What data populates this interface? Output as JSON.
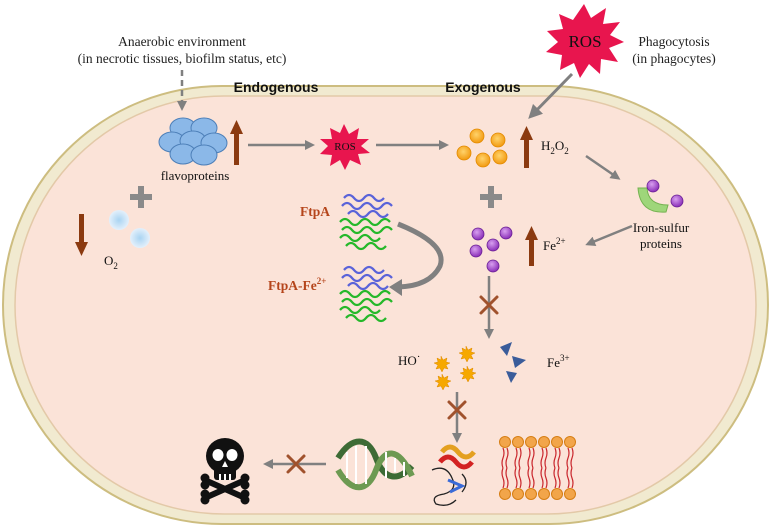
{
  "top": {
    "anaerobic_line1": "Anaerobic environment",
    "anaerobic_line2": "(in necrotic tissues, biofilm status, etc)",
    "ros_star": "ROS",
    "phagocytosis_line1": "Phagocytosis",
    "phagocytosis_line2": "(in phagocytes)"
  },
  "headings": {
    "endogenous": "Endogenous",
    "exogenous": "Exogenous"
  },
  "labels": {
    "flavoproteins": "flavoproteins",
    "ros_small": "ROS",
    "h2o2_main": "H",
    "h2o2_sub1": "2",
    "h2o2_o": "O",
    "h2o2_sub2": "2",
    "o2_main": "O",
    "o2_sub": "2",
    "ftpa": "FtpA",
    "ftpa_fe_main": "FtpA-Fe",
    "ftpa_fe_sup": "2+",
    "fe2_main": "Fe",
    "fe2_sup": "2+",
    "iron_sulfur_line1": "Iron-sulfur",
    "iron_sulfur_line2": "proteins",
    "ho_main": "HO",
    "ho_sup": "·",
    "fe3_main": "Fe",
    "fe3_sup": "3+"
  },
  "colors": {
    "cell_fill": "#fbe3d8",
    "cell_border": "#d8c98a",
    "ros_star": "#e8154e",
    "arrow_gray": "#808080",
    "arrow_brown": "#8b3a10",
    "ftpa_text": "#b5451b",
    "flavo_blue": "#8bb8e8",
    "fe2_purple": "#9b3fc9",
    "h2o2_orange": "#f5a81c",
    "fe3_blue": "#3a5c9a",
    "ho_yellow": "#f6a800",
    "iron_sulfur_green": "#9ed67a"
  },
  "icons": [
    "flavoprotein-cluster-icon",
    "ros-star-icon",
    "ftpa-protein-icon",
    "iron-sulfur-protein-icon",
    "dna-helix-icon",
    "protein-ribbon-icon",
    "lipid-bilayer-icon",
    "skull-crossbones-icon",
    "inhibition-x-icon",
    "up-arrow-icon",
    "down-arrow-icon",
    "plus-icon"
  ]
}
